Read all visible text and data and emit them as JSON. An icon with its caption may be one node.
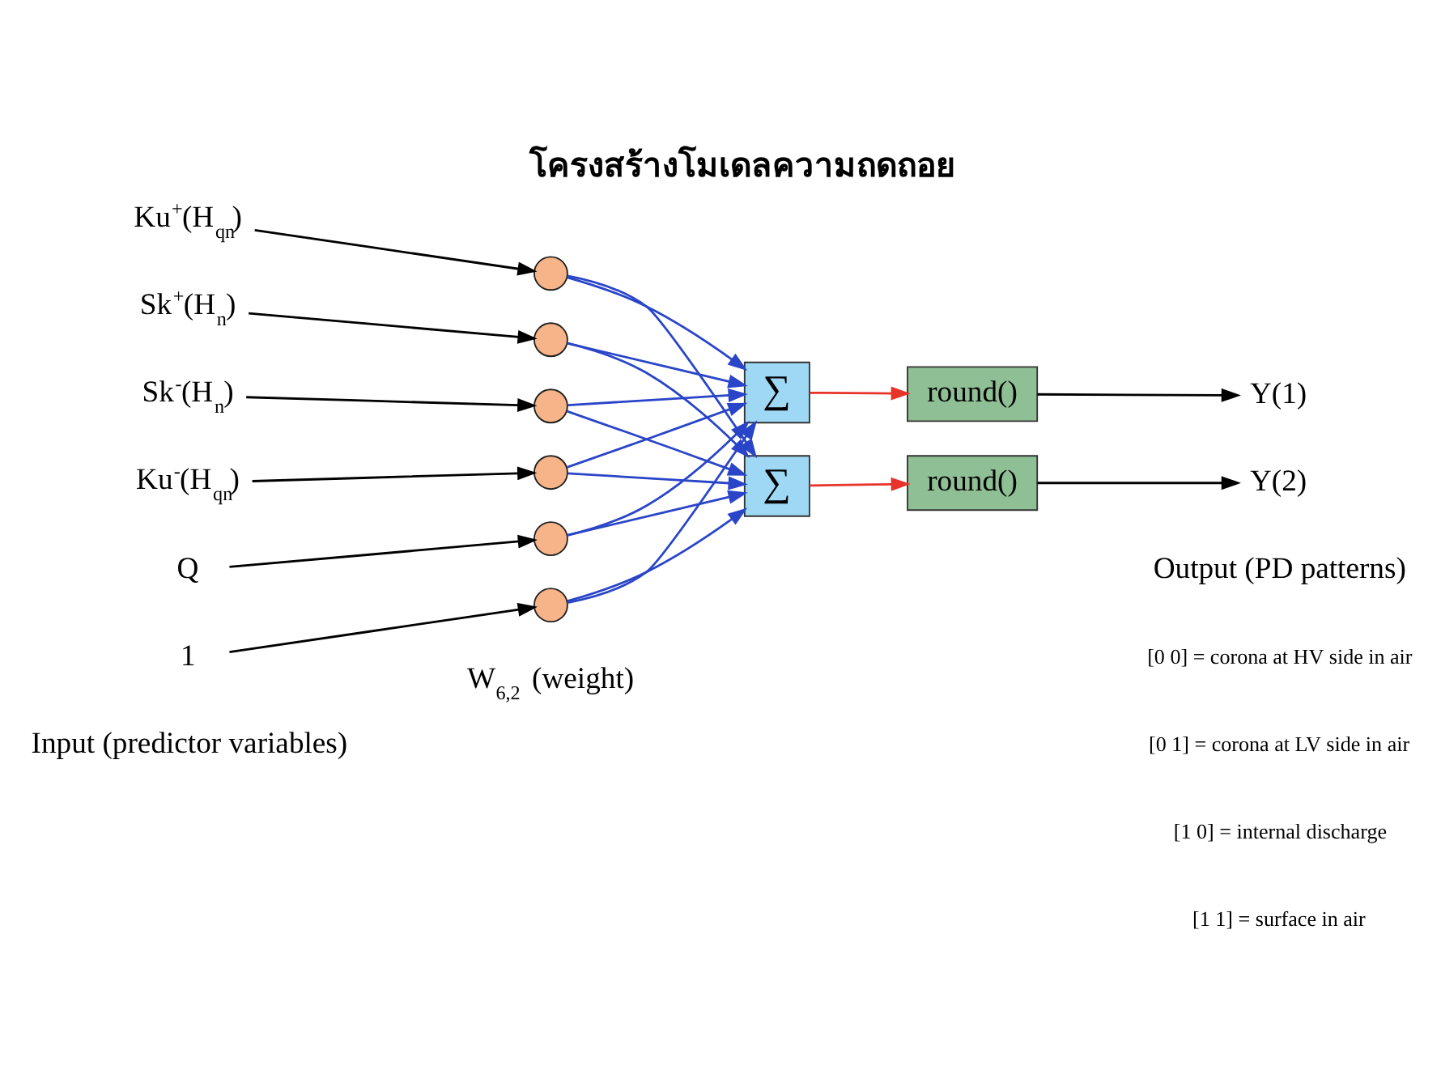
{
  "diagram": {
    "title": "โครงสร้างโมเดลความถดถอย",
    "nodes": [
      {
        "text": [
          "Ku$^{+}$(H$_{qn}$)"
        ]
      },
      {
        "text": [
          "Sk$^{+}$(H$_{n}$)"
        ]
      },
      {
        "text": [
          "Sk$^{-}$(H$_{n}$)"
        ]
      },
      {
        "text": [
          "Ku$^{-}$(H$_{qn}$)"
        ]
      },
      {
        "text": [
          "Q"
        ]
      },
      {
        "text": [
          "1"
        ]
      },
      {
        "text": [],
        "shape": "circle"
      },
      {
        "text": [],
        "shape": "circle"
      },
      {
        "text": [],
        "shape": "circle"
      },
      {
        "text": [],
        "shape": "circle"
      },
      {
        "text": [],
        "shape": "circle"
      },
      {
        "text": [],
        "shape": "circle"
      },
      {
        "text": [
          "∑"
        ]
      },
      {
        "text": [
          "∑"
        ]
      },
      {
        "text": [
          "round()"
        ]
      },
      {
        "text": [
          "round()"
        ]
      },
      {
        "text": [
          "Y(1)"
        ]
      },
      {
        "text": [
          "Y(2)"
        ]
      }
    ],
    "edges": [
      {
        "from": 0,
        "to": 6,
        "arrow": "to",
        "color": "#000000"
      },
      {
        "from": 1,
        "to": 7,
        "arrow": "to",
        "color": "#000000"
      },
      {
        "from": 2,
        "to": 8,
        "arrow": "to",
        "color": "#000000"
      },
      {
        "from": 3,
        "to": 9,
        "arrow": "to",
        "color": "#000000"
      },
      {
        "from": 4,
        "to": 10,
        "arrow": "to",
        "color": "#000000"
      },
      {
        "from": 5,
        "to": 11,
        "arrow": "to",
        "color": "#000000"
      },
      {
        "from": 6,
        "to": 12,
        "arrow": "to"
      },
      {
        "from": 6,
        "to": 13,
        "arrow": "to"
      },
      {
        "from": 7,
        "to": 12,
        "arrow": "to"
      },
      {
        "from": 7,
        "to": 13,
        "arrow": "to"
      },
      {
        "from": 8,
        "to": 12,
        "arrow": "to"
      },
      {
        "from": 8,
        "to": 13,
        "arrow": "to"
      },
      {
        "from": 9,
        "to": 12,
        "arrow": "to"
      },
      {
        "from": 9,
        "to": 13,
        "arrow": "to"
      },
      {
        "from": 10,
        "to": 12,
        "arrow": "to"
      },
      {
        "from": 10,
        "to": 13,
        "arrow": "to"
      },
      {
        "from": 11,
        "to": 12,
        "arrow": "to"
      },
      {
        "from": 11,
        "to": 13,
        "arrow": "to"
      },
      {
        "from": 12,
        "to": 14,
        "arrow": "to",
        "color": "#e8332a"
      },
      {
        "from": 13,
        "to": 15,
        "arrow": "to",
        "color": "#e8332a"
      },
      {
        "from": 14,
        "to": 16,
        "arrow": "to",
        "color": "#000000"
      },
      {
        "from": 15,
        "to": 17,
        "arrow": "to",
        "color": "#000000"
      }
    ],
    "labels": [
      "W$_{6,2}$ (weight)",
      "Input (predictor variables)",
      "Output (PD patterns)",
      "[0 0] = corona at HV side in air",
      "[0 1] = corona at LV side in air",
      "[1 0] = internal discharge",
      "[1 1] = surface in air"
    ]
  }
}
